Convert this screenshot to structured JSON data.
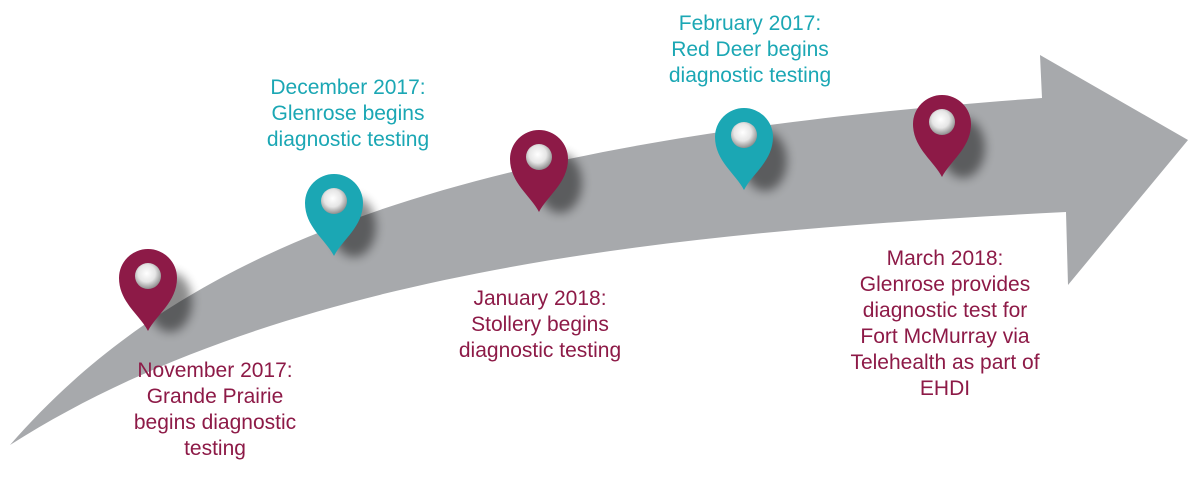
{
  "colors": {
    "arrow": "#a7a9ac",
    "maroon": "#8d1a47",
    "teal": "#1ba7b4",
    "pin_hole_shadow": "#9a9a9a"
  },
  "milestones": [
    {
      "id": "nov2017",
      "color": "maroon",
      "lines": [
        "November 2017:",
        "Grande Prairie",
        "begins diagnostic",
        "testing"
      ]
    },
    {
      "id": "dec2017",
      "color": "teal",
      "lines": [
        "December 2017:",
        "Glenrose begins",
        "diagnostic testing"
      ]
    },
    {
      "id": "jan2018",
      "color": "maroon",
      "lines": [
        "January 2018:",
        "Stollery begins",
        "diagnostic testing"
      ]
    },
    {
      "id": "feb2017",
      "color": "teal",
      "lines": [
        "February 2017:",
        "Red Deer begins",
        "diagnostic testing"
      ]
    },
    {
      "id": "mar2018",
      "color": "maroon",
      "lines": [
        "March 2018:",
        "Glenrose provides",
        "diagnostic test for",
        "Fort McMurray via",
        "Telehealth as part of",
        "EHDI"
      ]
    }
  ]
}
